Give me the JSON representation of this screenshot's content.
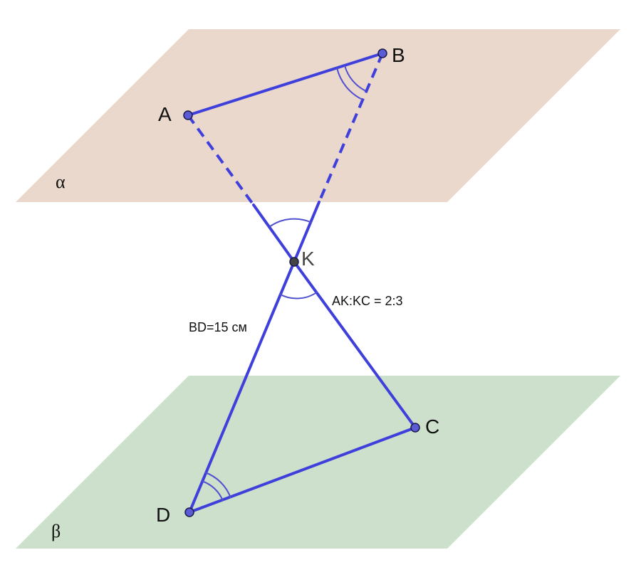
{
  "planes": {
    "alpha": {
      "label": "α",
      "color": "#ead8cc"
    },
    "beta": {
      "label": "β",
      "color": "#cde0cc"
    }
  },
  "points": {
    "A": "A",
    "B": "B",
    "C": "C",
    "D": "D",
    "K": "K"
  },
  "annotations": {
    "bd": "BD=15 см",
    "ratio": "AK:KC = 2:3"
  },
  "colors": {
    "segment": "#3f3fdc",
    "point_fill": "#5b5bd6",
    "k_fill": "#444444",
    "arc": "#5050d0"
  }
}
